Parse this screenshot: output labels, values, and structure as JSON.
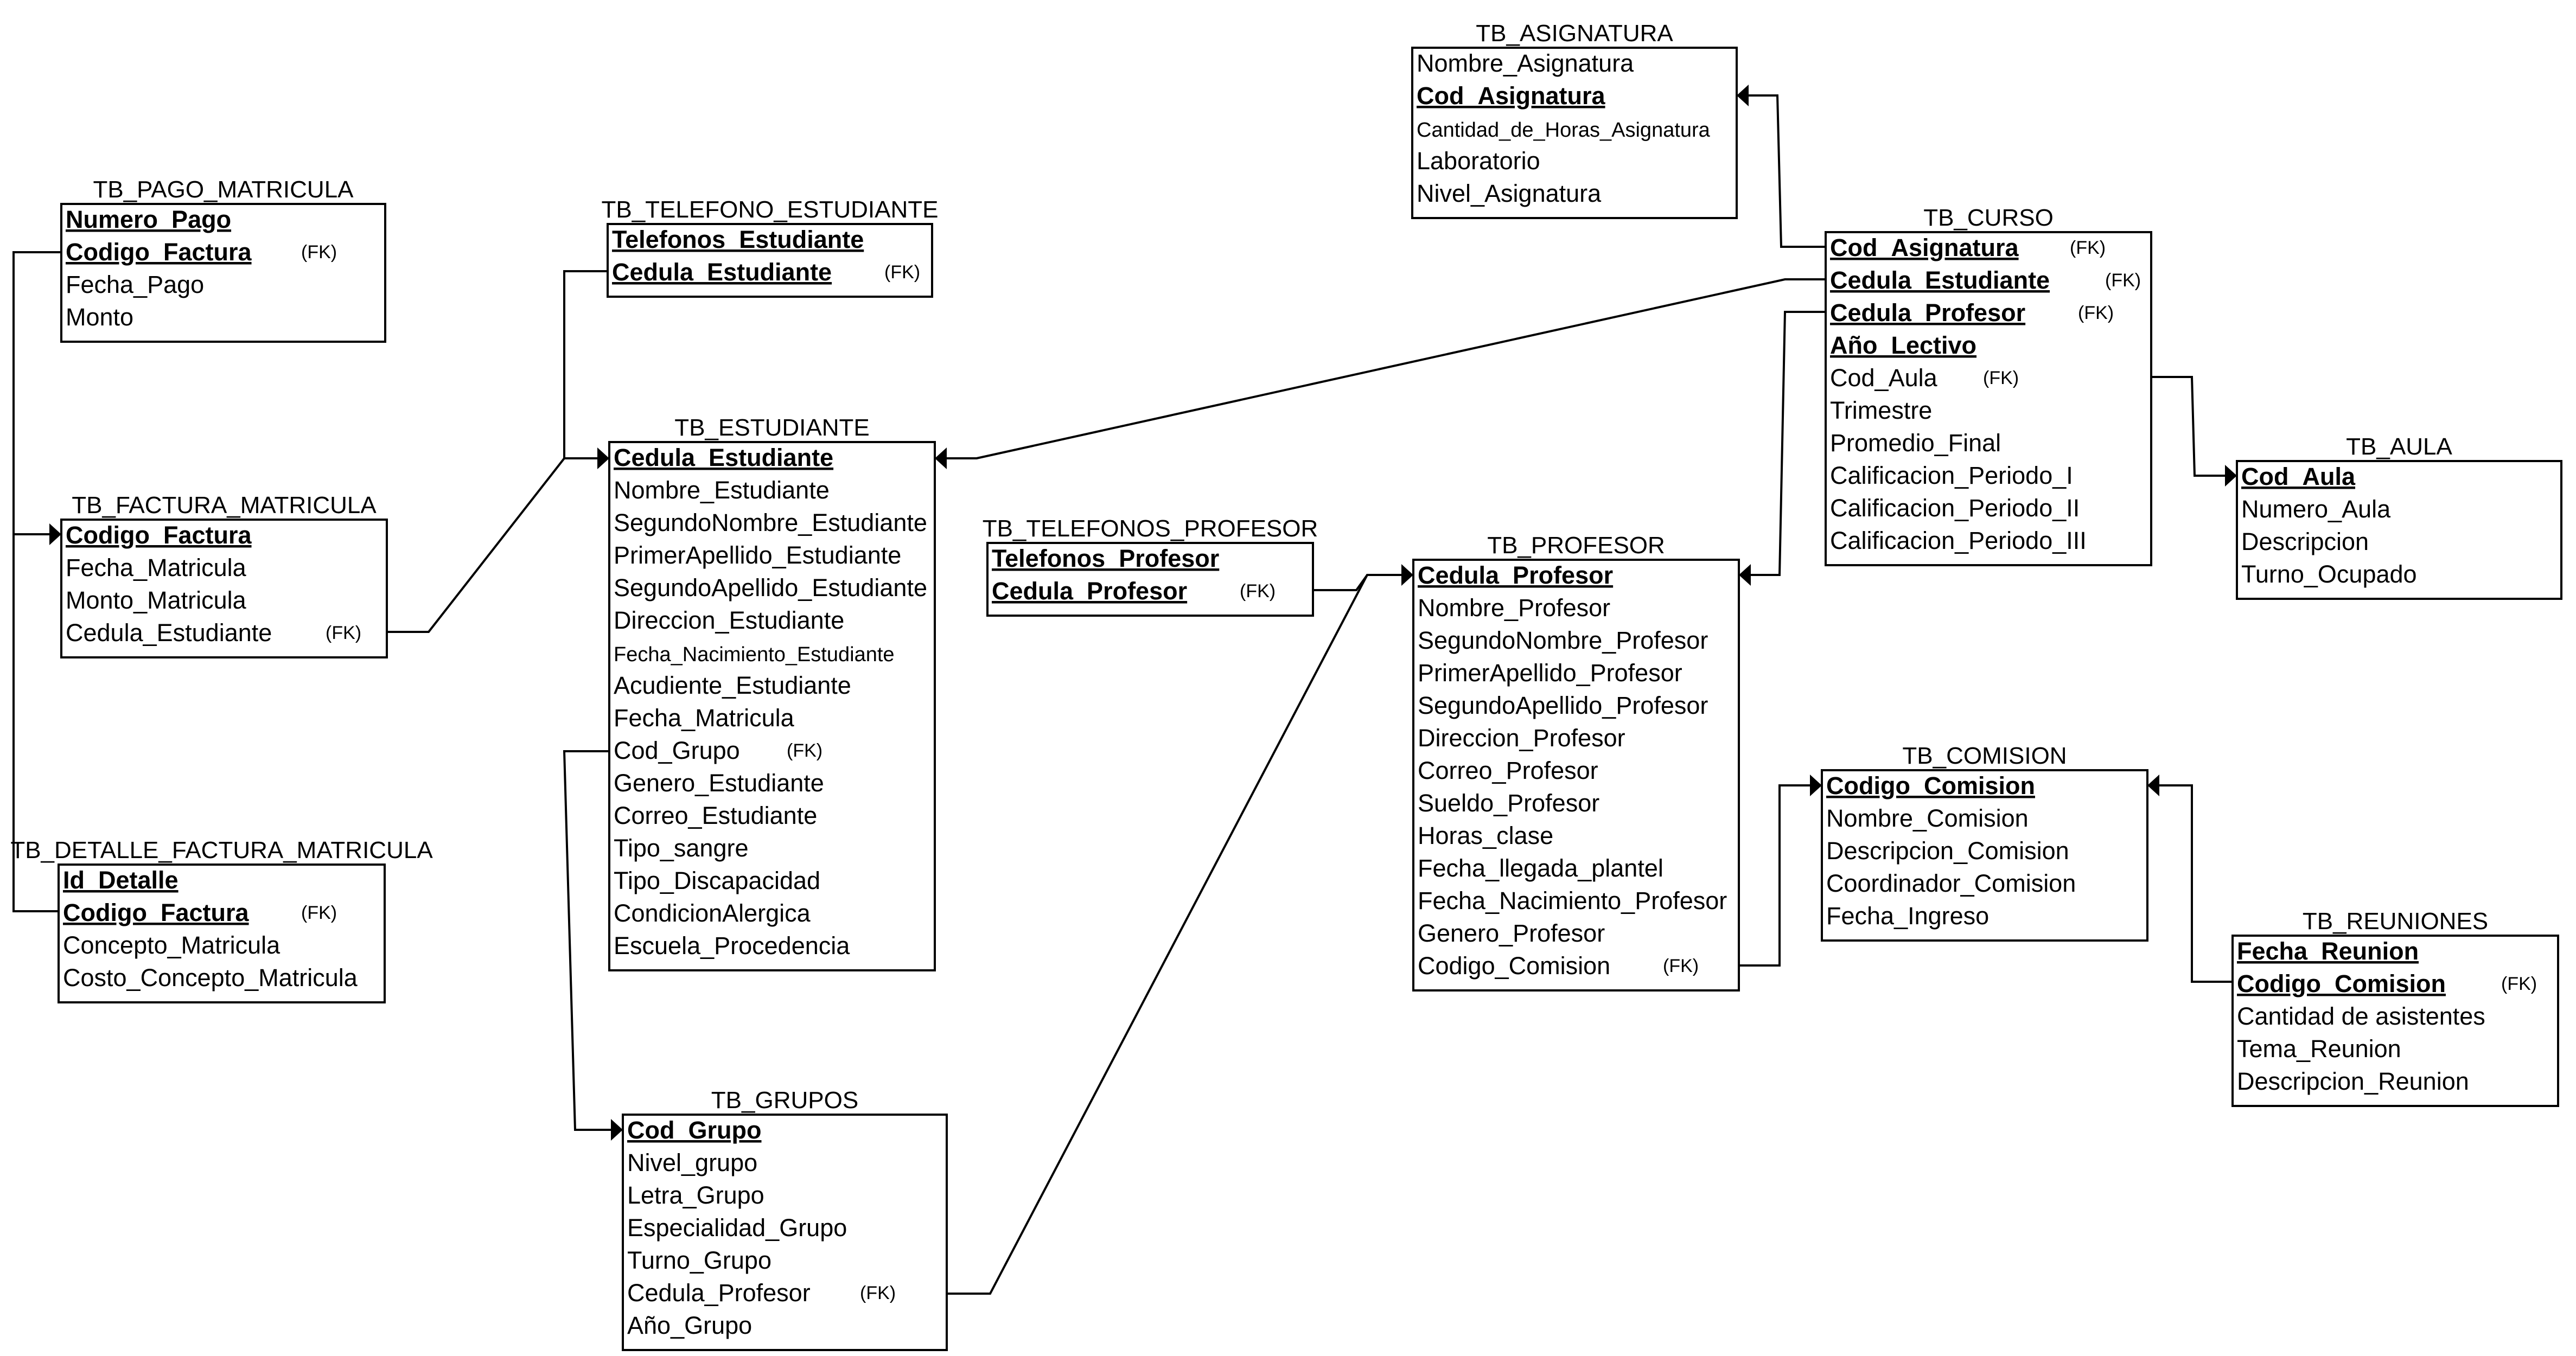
{
  "tables": [
    {
      "id": "tb-pago-matricula",
      "name": "TB_PAGO_MATRICULA",
      "fields": [
        {
          "name": "Numero_Pago",
          "pk": true,
          "fk": false
        },
        {
          "name": "Codigo_Factura",
          "pk": true,
          "fk": true
        },
        {
          "name": "Fecha_Pago",
          "pk": false,
          "fk": false
        },
        {
          "name": "Monto",
          "pk": false,
          "fk": false
        }
      ]
    },
    {
      "id": "tb-factura-matricula",
      "name": "TB_FACTURA_MATRICULA",
      "fields": [
        {
          "name": "Codigo_Factura",
          "pk": true,
          "fk": false
        },
        {
          "name": "Fecha_Matricula",
          "pk": false,
          "fk": false
        },
        {
          "name": "Monto_Matricula",
          "pk": false,
          "fk": false
        },
        {
          "name": "Cedula_Estudiante",
          "pk": false,
          "fk": true
        }
      ]
    },
    {
      "id": "tb-detalle-factura-matricula",
      "name": "TB_DETALLE_FACTURA_MATRICULA",
      "fields": [
        {
          "name": "Id_Detalle",
          "pk": true,
          "fk": false
        },
        {
          "name": "Codigo_Factura",
          "pk": true,
          "fk": true
        },
        {
          "name": "Concepto_Matricula",
          "pk": false,
          "fk": false
        },
        {
          "name": "Costo_Concepto_Matricula",
          "pk": false,
          "fk": false
        }
      ]
    },
    {
      "id": "tb-telefono-estudiante",
      "name": "TB_TELEFONO_ESTUDIANTE",
      "fields": [
        {
          "name": "Telefonos_Estudiante",
          "pk": true,
          "fk": false
        },
        {
          "name": "Cedula_Estudiante",
          "pk": true,
          "fk": true
        }
      ]
    },
    {
      "id": "tb-estudiante",
      "name": "TB_ESTUDIANTE",
      "fields": [
        {
          "name": "Cedula_Estudiante",
          "pk": true,
          "fk": false
        },
        {
          "name": "Nombre_Estudiante",
          "pk": false,
          "fk": false
        },
        {
          "name": "SegundoNombre_Estudiante",
          "pk": false,
          "fk": false
        },
        {
          "name": "PrimerApellido_Estudiante",
          "pk": false,
          "fk": false
        },
        {
          "name": "SegundoApellido_Estudiante",
          "pk": false,
          "fk": false
        },
        {
          "name": "Direccion_Estudiante",
          "pk": false,
          "fk": false
        },
        {
          "name": "Fecha_Nacimiento_Estudiante",
          "pk": false,
          "fk": false,
          "small": true
        },
        {
          "name": "Acudiente_Estudiante",
          "pk": false,
          "fk": false
        },
        {
          "name": "Fecha_Matricula",
          "pk": false,
          "fk": false
        },
        {
          "name": "Cod_Grupo",
          "pk": false,
          "fk": true
        },
        {
          "name": "Genero_Estudiante",
          "pk": false,
          "fk": false
        },
        {
          "name": "Correo_Estudiante",
          "pk": false,
          "fk": false
        },
        {
          "name": "Tipo_sangre",
          "pk": false,
          "fk": false
        },
        {
          "name": "Tipo_Discapacidad",
          "pk": false,
          "fk": false
        },
        {
          "name": "CondicionAlergica",
          "pk": false,
          "fk": false
        },
        {
          "name": "Escuela_Procedencia",
          "pk": false,
          "fk": false
        }
      ]
    },
    {
      "id": "tb-grupos",
      "name": "TB_GRUPOS",
      "fields": [
        {
          "name": "Cod_Grupo",
          "pk": true,
          "fk": false
        },
        {
          "name": "Nivel_grupo",
          "pk": false,
          "fk": false
        },
        {
          "name": "Letra_Grupo",
          "pk": false,
          "fk": false
        },
        {
          "name": "Especialidad_Grupo",
          "pk": false,
          "fk": false
        },
        {
          "name": "Turno_Grupo",
          "pk": false,
          "fk": false
        },
        {
          "name": "Cedula_Profesor",
          "pk": false,
          "fk": true
        },
        {
          "name": "Año_Grupo",
          "pk": false,
          "fk": false
        }
      ]
    },
    {
      "id": "tb-telefonos-profesor",
      "name": "TB_TELEFONOS_PROFESOR",
      "fields": [
        {
          "name": "Telefonos_Profesor",
          "pk": true,
          "fk": false
        },
        {
          "name": "Cedula_Profesor",
          "pk": true,
          "fk": true
        }
      ]
    },
    {
      "id": "tb-asignatura",
      "name": "TB_ASIGNATURA",
      "fields": [
        {
          "name": "Nombre_Asignatura",
          "pk": false,
          "fk": false
        },
        {
          "name": "Cod_Asignatura",
          "pk": true,
          "fk": false
        },
        {
          "name": "Cantidad_de_Horas_Asignatura",
          "pk": false,
          "fk": false,
          "small": true
        },
        {
          "name": "Laboratorio",
          "pk": false,
          "fk": false
        },
        {
          "name": "Nivel_Asignatura",
          "pk": false,
          "fk": false
        }
      ]
    },
    {
      "id": "tb-profesor",
      "name": "TB_PROFESOR",
      "fields": [
        {
          "name": "Cedula_Profesor",
          "pk": true,
          "fk": false
        },
        {
          "name": "Nombre_Profesor",
          "pk": false,
          "fk": false
        },
        {
          "name": "SegundoNombre_Profesor",
          "pk": false,
          "fk": false
        },
        {
          "name": "PrimerApellido_Profesor",
          "pk": false,
          "fk": false
        },
        {
          "name": "SegundoApellido_Profesor",
          "pk": false,
          "fk": false
        },
        {
          "name": "Direccion_Profesor",
          "pk": false,
          "fk": false
        },
        {
          "name": "Correo_Profesor",
          "pk": false,
          "fk": false
        },
        {
          "name": "Sueldo_Profesor",
          "pk": false,
          "fk": false
        },
        {
          "name": "Horas_clase",
          "pk": false,
          "fk": false
        },
        {
          "name": "Fecha_llegada_plantel",
          "pk": false,
          "fk": false
        },
        {
          "name": "Fecha_Nacimiento_Profesor",
          "pk": false,
          "fk": false
        },
        {
          "name": "Genero_Profesor",
          "pk": false,
          "fk": false
        },
        {
          "name": "Codigo_Comision",
          "pk": false,
          "fk": true
        }
      ]
    },
    {
      "id": "tb-curso",
      "name": "TB_CURSO",
      "fields": [
        {
          "name": "Cod_Asignatura",
          "pk": true,
          "fk": true
        },
        {
          "name": "Cedula_Estudiante",
          "pk": true,
          "fk": true
        },
        {
          "name": "Cedula_Profesor",
          "pk": true,
          "fk": true
        },
        {
          "name": "Año_Lectivo",
          "pk": true,
          "fk": false
        },
        {
          "name": "Cod_Aula",
          "pk": false,
          "fk": true
        },
        {
          "name": "Trimestre",
          "pk": false,
          "fk": false
        },
        {
          "name": "Promedio_Final",
          "pk": false,
          "fk": false
        },
        {
          "name": "Calificacion_Periodo_I",
          "pk": false,
          "fk": false
        },
        {
          "name": "Calificacion_Periodo_II",
          "pk": false,
          "fk": false
        },
        {
          "name": "Calificacion_Periodo_III",
          "pk": false,
          "fk": false
        }
      ]
    },
    {
      "id": "tb-aula",
      "name": "TB_AULA",
      "fields": [
        {
          "name": "Cod_Aula",
          "pk": true,
          "fk": false
        },
        {
          "name": "Numero_Aula",
          "pk": false,
          "fk": false
        },
        {
          "name": "Descripcion",
          "pk": false,
          "fk": false
        },
        {
          "name": "Turno_Ocupado",
          "pk": false,
          "fk": false
        }
      ]
    },
    {
      "id": "tb-comision",
      "name": "TB_COMISION",
      "fields": [
        {
          "name": "Codigo_Comision",
          "pk": true,
          "fk": false
        },
        {
          "name": "Nombre_Comision",
          "pk": false,
          "fk": false
        },
        {
          "name": "Descripcion_Comision",
          "pk": false,
          "fk": false
        },
        {
          "name": "Coordinador_Comision",
          "pk": false,
          "fk": false
        },
        {
          "name": "Fecha_Ingreso",
          "pk": false,
          "fk": false
        }
      ]
    },
    {
      "id": "tb-reuniones",
      "name": "TB_REUNIONES",
      "fields": [
        {
          "name": "Fecha_Reunion",
          "pk": true,
          "fk": false
        },
        {
          "name": "Codigo_Comision",
          "pk": true,
          "fk": true
        },
        {
          "name": "Cantidad de asistentes",
          "pk": false,
          "fk": false
        },
        {
          "name": "Tema_Reunion",
          "pk": false,
          "fk": false
        },
        {
          "name": "Descripcion_Reunion",
          "pk": false,
          "fk": false
        }
      ]
    }
  ],
  "fk_label": "(FK)"
}
